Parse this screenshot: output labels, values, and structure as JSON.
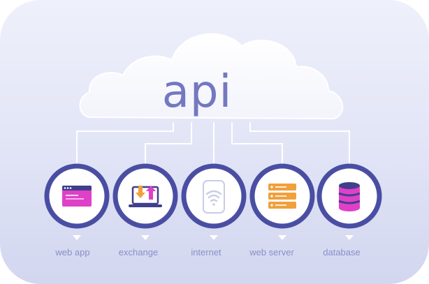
{
  "diagram": {
    "center_label": "api",
    "nodes": [
      {
        "id": "web-app",
        "label": "web app",
        "icon": "browser-window-icon"
      },
      {
        "id": "exchange",
        "label": "exchange",
        "icon": "laptop-exchange-icon"
      },
      {
        "id": "internet",
        "label": "internet",
        "icon": "phone-wifi-icon"
      },
      {
        "id": "web-server",
        "label": "web server",
        "icon": "server-stack-icon"
      },
      {
        "id": "database",
        "label": "database",
        "icon": "database-icon"
      }
    ],
    "colors": {
      "ring": "#4a4ea3",
      "accent_magenta": "#e040c8",
      "accent_orange": "#f0a03c",
      "label": "#8a8fc6",
      "cloud_text": "#7478c0"
    }
  }
}
